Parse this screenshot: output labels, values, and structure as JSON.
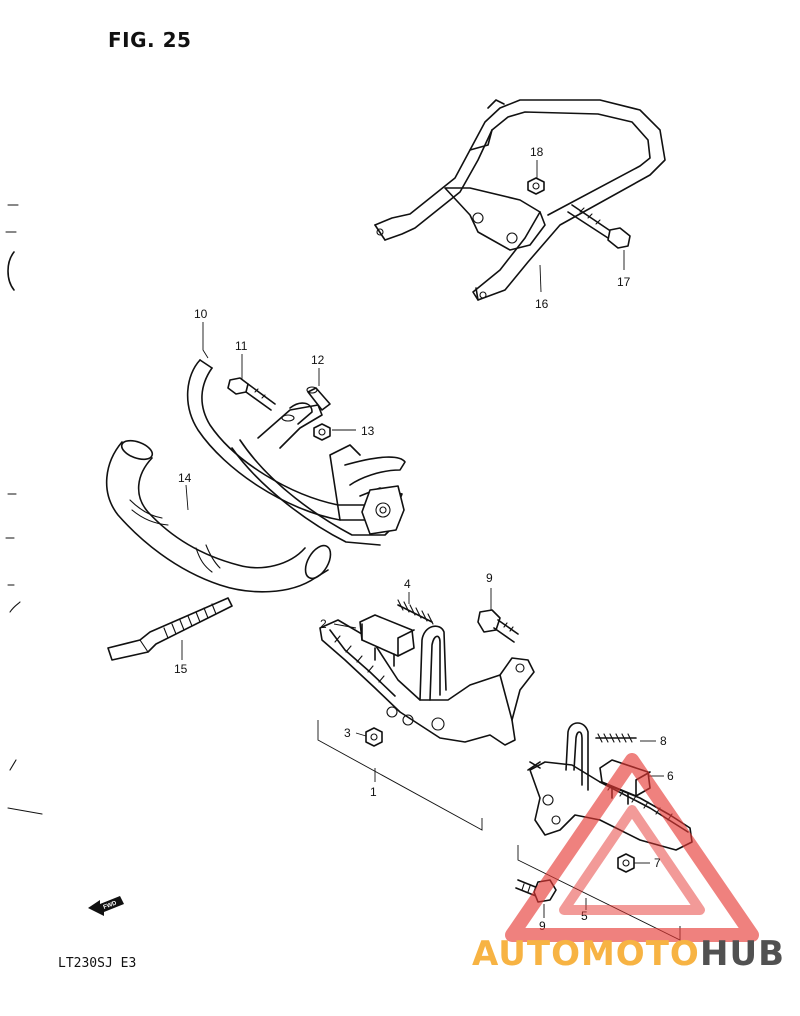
{
  "figure": {
    "title": "FIG. 25",
    "model_code": "LT230SJ  E3",
    "fwd_label": "FWD"
  },
  "callouts": {
    "c1": "1",
    "c2": "2",
    "c3": "3",
    "c4": "4",
    "c5": "5",
    "c6": "6",
    "c7": "7",
    "c8": "8",
    "c9a": "9",
    "c9b": "9",
    "c10": "10",
    "c11": "11",
    "c12": "12",
    "c13": "13",
    "c14": "14",
    "c15": "15",
    "c16": "16",
    "c17": "17",
    "c18": "18"
  },
  "watermark": {
    "part1": "AUTOMOTO",
    "part2": "HUB",
    "color1": "#f6a623",
    "color2": "#333333",
    "triangle_color": "#e53935"
  },
  "colors": {
    "ink": "#111111",
    "background": "#ffffff"
  }
}
